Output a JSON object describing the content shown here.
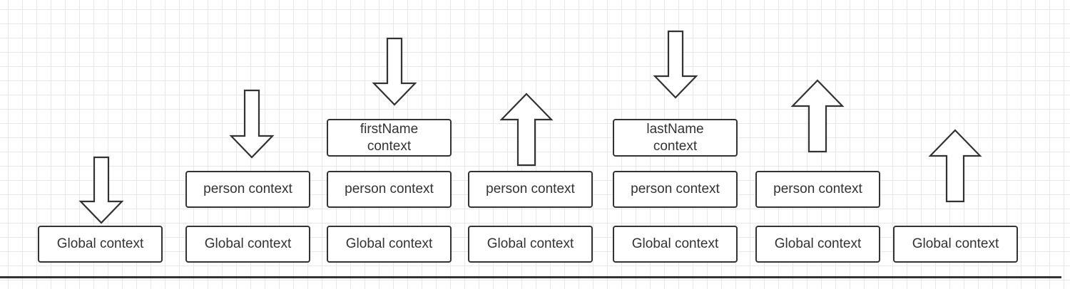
{
  "labels": {
    "global": "Global context",
    "person": "person context",
    "first_name": "firstName\ncontext",
    "last_name": "lastName\ncontext"
  },
  "stages": [
    {
      "stack": [
        "Global context"
      ],
      "arrow": "down"
    },
    {
      "stack": [
        "Global context",
        "person context"
      ],
      "arrow": "down"
    },
    {
      "stack": [
        "Global context",
        "person context",
        "firstName context"
      ],
      "arrow": "down"
    },
    {
      "stack": [
        "Global context",
        "person context"
      ],
      "arrow": "up"
    },
    {
      "stack": [
        "Global context",
        "person context",
        "lastName context"
      ],
      "arrow": "down"
    },
    {
      "stack": [
        "Global context",
        "person context"
      ],
      "arrow": "up"
    },
    {
      "stack": [
        "Global context"
      ],
      "arrow": "up"
    }
  ]
}
